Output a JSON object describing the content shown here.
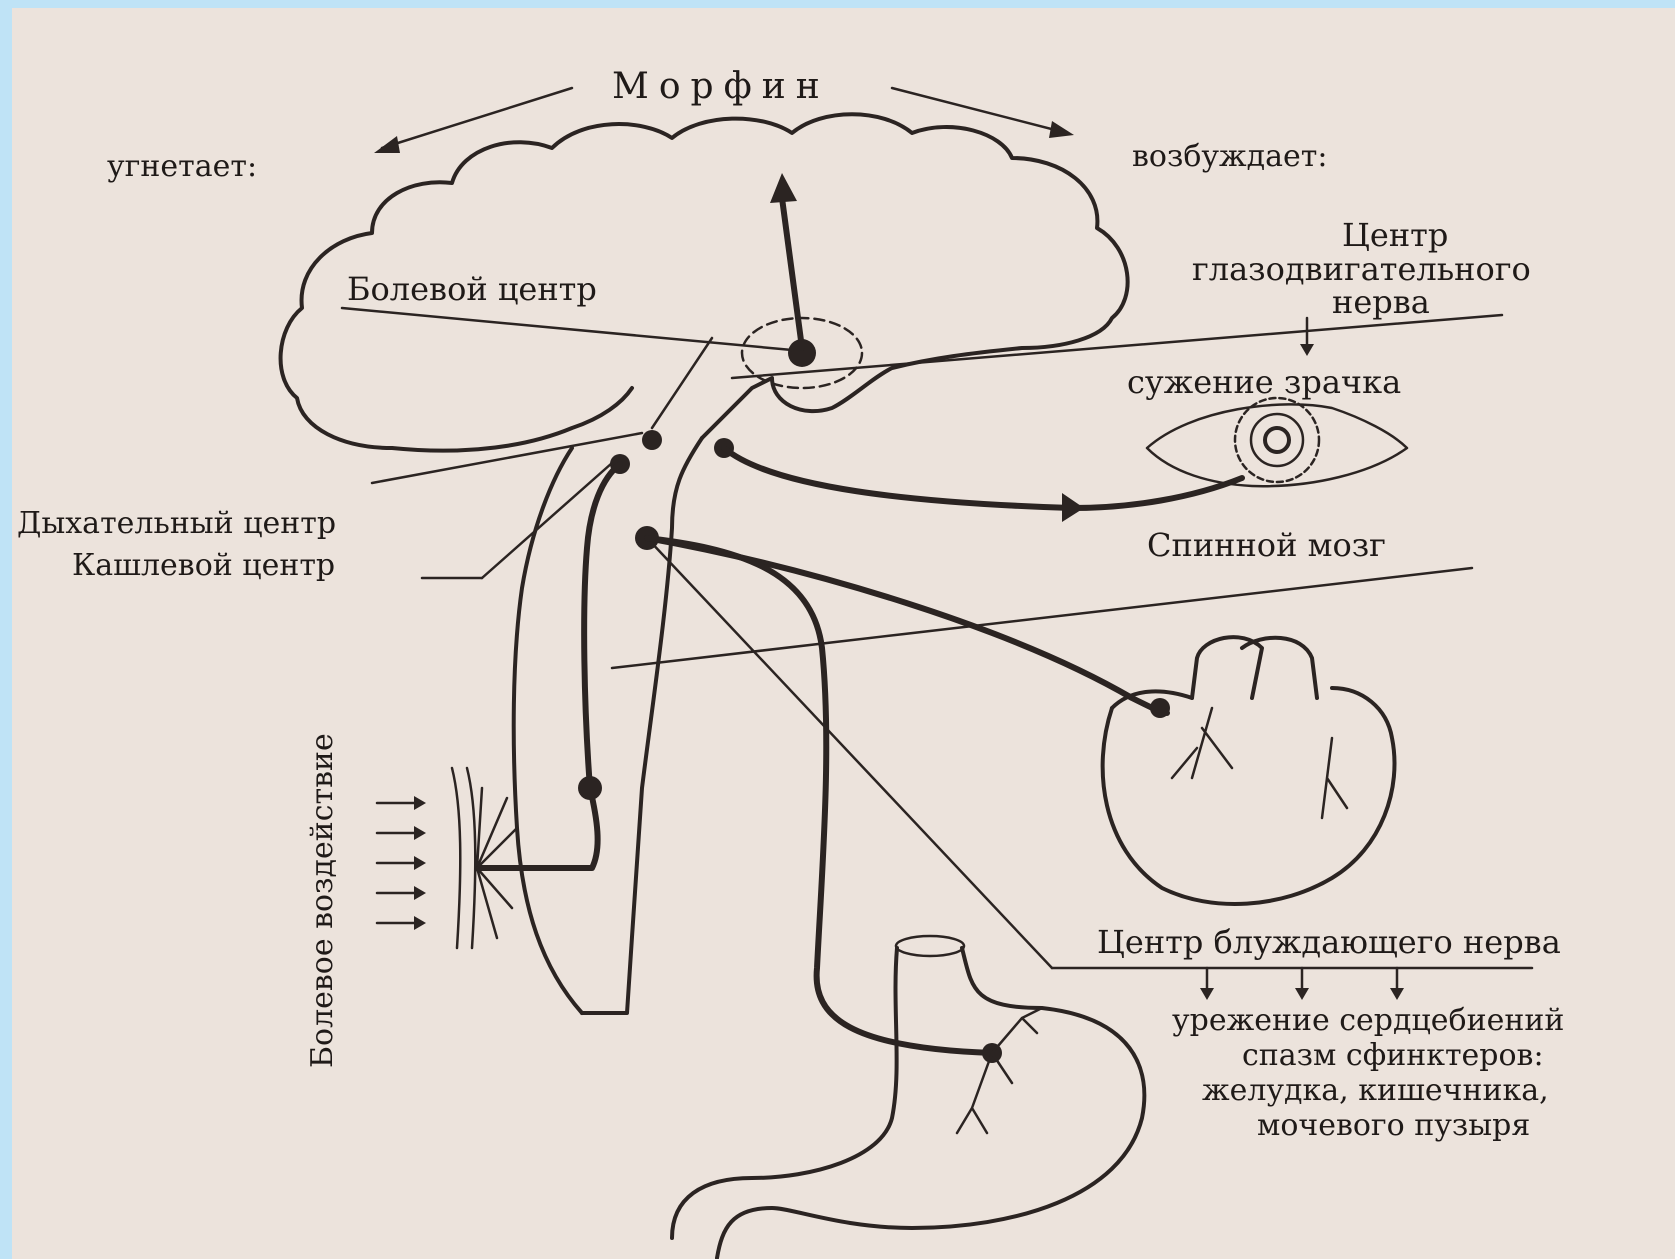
{
  "colors": {
    "ink": "#2b2422",
    "paper": "#ece3dc",
    "border": "#bfe3f6"
  },
  "labels": {
    "title": "Морфин",
    "depresses": "угнетает:",
    "excites": "возбуждает:",
    "pain_center": "Болевой центр",
    "oculomotor_1": "Центр",
    "oculomotor_2": "глазодвигательного",
    "oculomotor_3": "нерва",
    "pupil": "сужение зрачка",
    "respiratory": "Дыхательный центр",
    "cough": "Кашлевой центр",
    "spinal": "Спинной мозг",
    "pain_stimulus": "Болевое воздействие",
    "vagus": "Центр блуждающего нерва",
    "effect_1": "урежение сердцебиений",
    "effect_2": "спазм сфинктеров:",
    "effect_3": "желудка, кишечника,",
    "effect_4": "мочевого пузыря"
  }
}
